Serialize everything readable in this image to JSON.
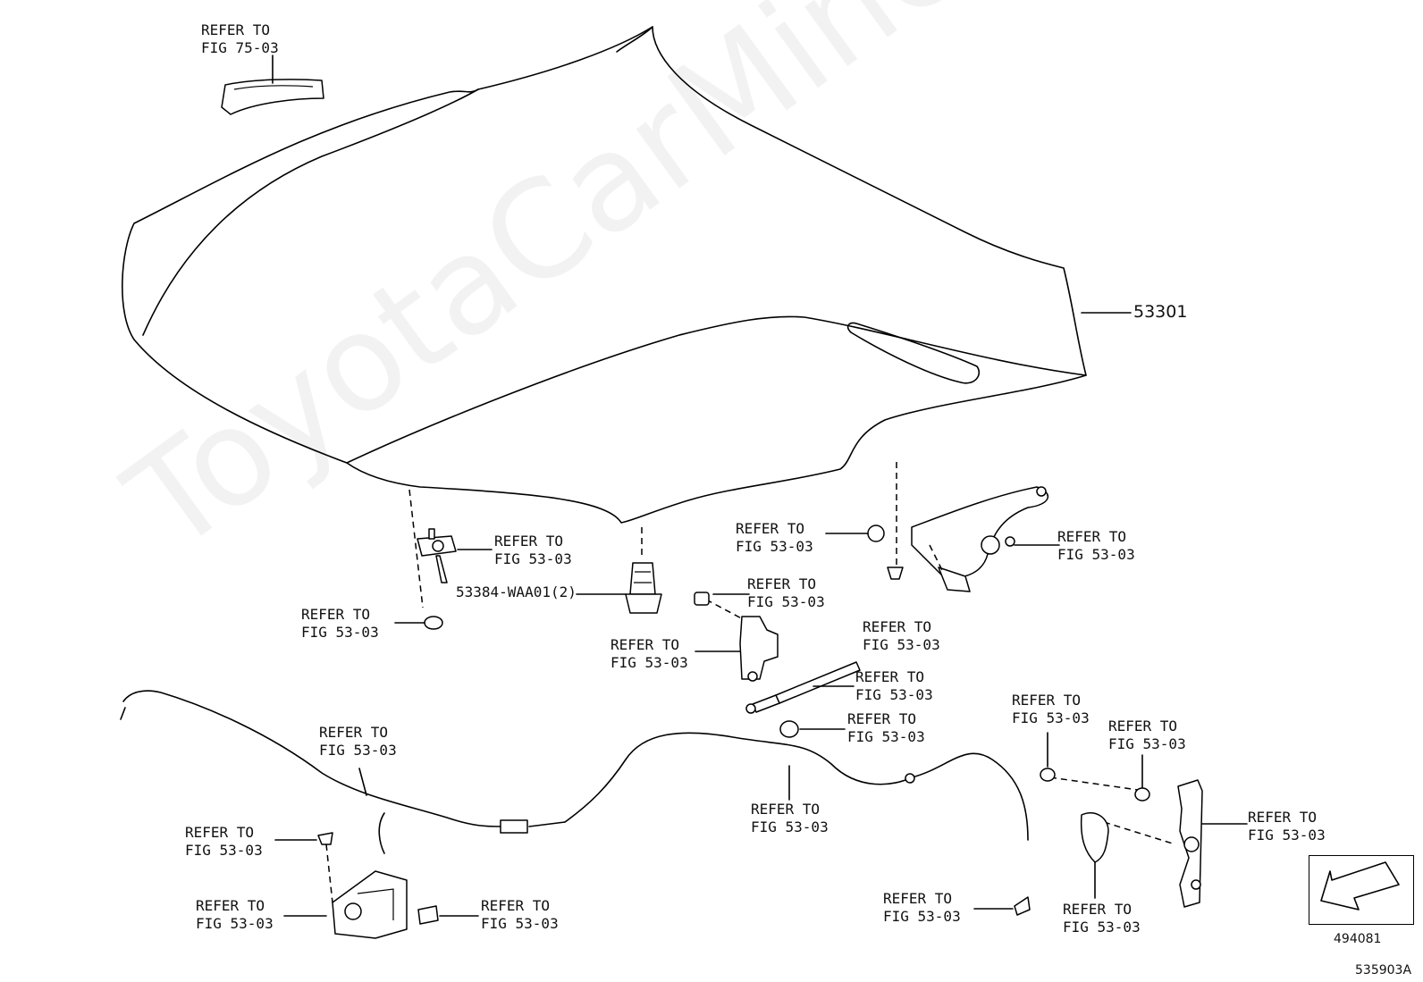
{
  "diagram": {
    "watermark": "ToyotaCarMine.ru",
    "labels": {
      "top_ref": [
        "REFER TO",
        "FIG 75-03"
      ],
      "hood_part": "53301",
      "hood_lock_bracket": [
        "REFER TO",
        "FIG 53-03"
      ],
      "hood_lock_nut": [
        "REFER TO",
        "FIG 53-03"
      ],
      "cushion": "53384-WAA01(2)",
      "hinge_bolt": [
        "REFER TO",
        "FIG 53-03"
      ],
      "hinge_assy": [
        "REFER TO",
        "FIG 53-03"
      ],
      "hinge_nut": [
        "REFER TO",
        "FIG 53-03"
      ],
      "hinge_bolt_lower": [
        "REFER TO",
        "FIG 53-03"
      ],
      "support_bolt": [
        "REFER TO",
        "FIG 53-03"
      ],
      "support_bracket": [
        "REFER TO",
        "FIG 53-03"
      ],
      "support_rod": [
        "REFER TO",
        "FIG 53-03"
      ],
      "support_nut": [
        "REFER TO",
        "FIG 53-03"
      ],
      "release_cable_left": [
        "REFER TO",
        "FIG 53-03"
      ],
      "release_cable_mid": [
        "REFER TO",
        "FIG 53-03"
      ],
      "lock_clip": [
        "REFER TO",
        "FIG 53-03"
      ],
      "lock_assy": [
        "REFER TO",
        "FIG 53-03"
      ],
      "lock_retainer": [
        "REFER TO",
        "FIG 53-03"
      ],
      "cable_clamp": [
        "REFER TO",
        "FIG 53-03"
      ],
      "handle": [
        "REFER TO",
        "FIG 53-03"
      ],
      "side_nut_1": [
        "REFER TO",
        "FIG 53-03"
      ],
      "side_nut_2": [
        "REFER TO",
        "FIG 53-03"
      ],
      "side_hinge": [
        "REFER TO",
        "FIG 53-03"
      ]
    },
    "legend_code": "494081",
    "figure_code": "535903A"
  }
}
